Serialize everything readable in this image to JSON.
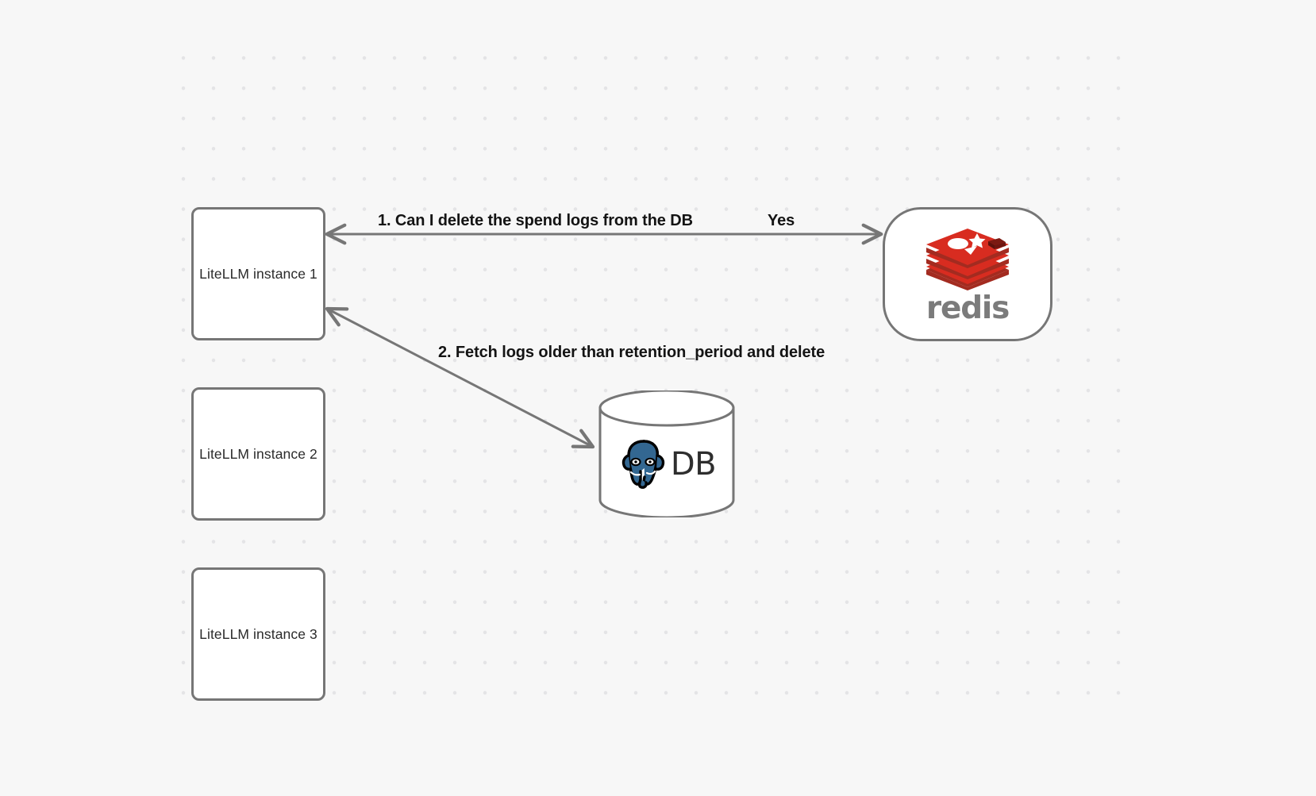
{
  "canvas": {
    "background_color": "#f7f7f7",
    "grid_dot_color": "#e4e4e6",
    "node_border_color": "#767676",
    "edge_color": "#767676"
  },
  "nodes": [
    {
      "id": "litellm-1",
      "label": "LiteLLM instance 1",
      "shape": "rounded-rect"
    },
    {
      "id": "litellm-2",
      "label": "LiteLLM instance 2",
      "shape": "rounded-rect"
    },
    {
      "id": "litellm-3",
      "label": "LiteLLM instance 3",
      "shape": "rounded-rect"
    },
    {
      "id": "redis",
      "label": "redis",
      "shape": "stadium",
      "logo": "redis-logo",
      "logo_color": "#d82c20"
    },
    {
      "id": "postgres-db",
      "label": "DB",
      "shape": "cylinder",
      "logo": "postgresql-elephant-icon",
      "logo_color": "#336791"
    }
  ],
  "edges": [
    {
      "id": "edge-1",
      "from": "litellm-1",
      "to": "redis",
      "label": "1.  Can I delete the spend logs from the DB",
      "return_label": "Yes"
    },
    {
      "id": "edge-2",
      "from": "litellm-1",
      "to": "postgres-db",
      "label": "2.  Fetch logs older than retention_period and delete"
    }
  ],
  "labels": {
    "step1": "1.  Can I delete the spend logs from the DB",
    "yes": "Yes",
    "step2": "2.  Fetch logs older than retention_period and delete"
  },
  "redis": {
    "wordmark": "redis"
  },
  "db": {
    "text": "DB"
  }
}
